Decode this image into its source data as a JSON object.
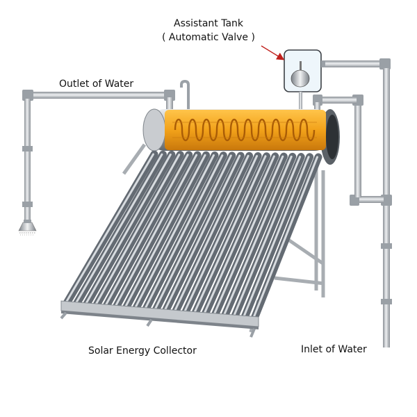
{
  "labels": {
    "assistant_tank": "Assistant Tank",
    "automatic_valve": "( Automatic Valve )",
    "outlet_of_water": "Outlet of Water",
    "solar_energy_collector": "Solar Energy Collector",
    "inlet_of_water": "Inlet of Water"
  },
  "colors": {
    "pipe": "#c9ccd0",
    "pipe_edge": "#8b9096",
    "tank_steel": "#b9bcbf",
    "tank_orange": "#f2a21a",
    "coil": "#c8760e",
    "tube": "#a7adb4",
    "tube_dark": "#6e757d",
    "arrow": "#c0201c",
    "text": "#111111"
  },
  "collector": {
    "tube_count": 20
  }
}
